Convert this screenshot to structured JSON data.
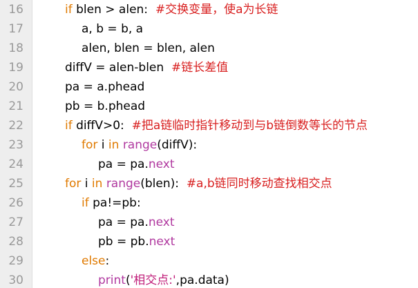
{
  "colors": {
    "keyword": "#e07a00",
    "builtin": "#b0389f",
    "comment": "#d81e1e",
    "string": "#c01e7a",
    "gutter_bg": "#eeeeee",
    "line_number": "#999999"
  },
  "lines": [
    {
      "num": "16",
      "kw": "if",
      "text": " blen > alen:  ",
      "comment": "#交换变量，使a为长链"
    },
    {
      "num": "17",
      "text": "a, b = b, a"
    },
    {
      "num": "18",
      "text": "alen, blen = blen, alen"
    },
    {
      "num": "19",
      "text": "diffV = alen-blen  ",
      "comment": "#链长差值"
    },
    {
      "num": "20",
      "text": "pa = a.phead"
    },
    {
      "num": "21",
      "text": "pb = b.phead"
    },
    {
      "num": "22",
      "kw": "if",
      "text": " diffV>0:  ",
      "comment": "#把a链临时指针移动到与b链倒数等长的节点"
    },
    {
      "num": "23",
      "kw": "for",
      "text_a": " i ",
      "kw2": "in",
      "text_b": " ",
      "bi": "range",
      "text_c": "(diffV):"
    },
    {
      "num": "24",
      "text": "pa = pa.",
      "bi": "next"
    },
    {
      "num": "25",
      "kw": "for",
      "text_a": " i ",
      "kw2": "in",
      "text_b": " ",
      "bi": "range",
      "text_c": "(blen):  ",
      "comment": "#a,b链同时移动查找相交点"
    },
    {
      "num": "26",
      "kw": "if",
      "text": " pa!=pb:"
    },
    {
      "num": "27",
      "text": "pa = pa.",
      "bi": "next"
    },
    {
      "num": "28",
      "text": "pb = pb.",
      "bi": "next"
    },
    {
      "num": "29",
      "kw": "else",
      "text": ":"
    },
    {
      "num": "30",
      "bi": "print",
      "text_a": "(",
      "str": "'相交点:'",
      "text_b": ",pa.data)"
    }
  ]
}
